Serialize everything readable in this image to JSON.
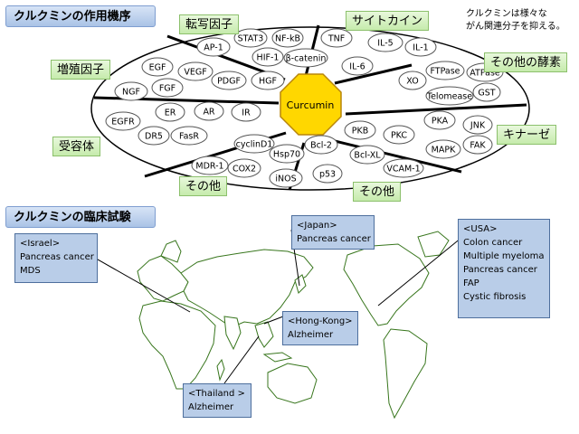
{
  "heading_targets": "クルクミンの作用機序",
  "heading_trials": "クルクミンの臨床試験",
  "note": [
    "クルクミンは様々な",
    "がん関連分子を抑える。"
  ],
  "center_label": "Curcumin",
  "categories": {
    "transcription": "転写因子",
    "cytokine": "サイトカイン",
    "growth": "増殖因子",
    "enzyme": "その他の酵素",
    "receptor": "受容体",
    "kinase": "キナーゼ",
    "other_left": "その他",
    "other_right": "その他"
  },
  "nodes": {
    "ap1": "AP-1",
    "stat3": "STAT3",
    "nfkb": "NF-kB",
    "hif1": "HIF-1",
    "bcat": "β-catenin",
    "tnf": "TNF",
    "il5": "IL-5",
    "il1": "IL-1",
    "il6": "IL-6",
    "egf": "EGF",
    "vegf": "VEGF",
    "ngf": "NGF",
    "fgf": "FGF",
    "pdgf": "PDGF",
    "hgf": "HGF",
    "xo": "XO",
    "ftpase": "FTPase",
    "atpase": "ATPase",
    "telomease": "Telomease",
    "gst": "GST",
    "egfr": "EGFR",
    "er": "ER",
    "ar": "AR",
    "ir": "IR",
    "dr5": "DR5",
    "fasr": "FasR",
    "pkb": "PKB",
    "pka": "PKA",
    "jnk": "JNK",
    "pkc": "PKC",
    "mapk": "MAPK",
    "fak": "FAK",
    "cyclind1": "cyclinD1",
    "hsp70": "Hsp70",
    "mdr1": "MDR-1",
    "cox2": "COX2",
    "inos": "iNOS",
    "bcl2": "Bcl-2",
    "bclxl": "Bcl-XL",
    "p53": "p53",
    "vcam1": "VCAM-1"
  },
  "trials": {
    "israel": {
      "country": "<Israel>",
      "studies": [
        "Pancreas cancer",
        "MDS"
      ]
    },
    "japan": {
      "country": "<Japan>",
      "studies": [
        "Pancreas cancer"
      ]
    },
    "usa": {
      "country": "<USA>",
      "studies": [
        "Colon cancer",
        "Multiple myeloma",
        "Pancreas cancer",
        "FAP",
        "Cystic fibrosis"
      ]
    },
    "hongkong": {
      "country": "<Hong-Kong>",
      "studies": [
        "Alzheimer"
      ]
    },
    "thailand": {
      "country": "<Thailand >",
      "studies": [
        "Alzheimer"
      ]
    }
  },
  "colors": {
    "title_bg": "#aac3e6",
    "tag_bg": "#c6ebac",
    "center": "#ffd700",
    "infobox_bg": "#b9cde8",
    "land": "#ffffff",
    "border": "#38761d"
  }
}
